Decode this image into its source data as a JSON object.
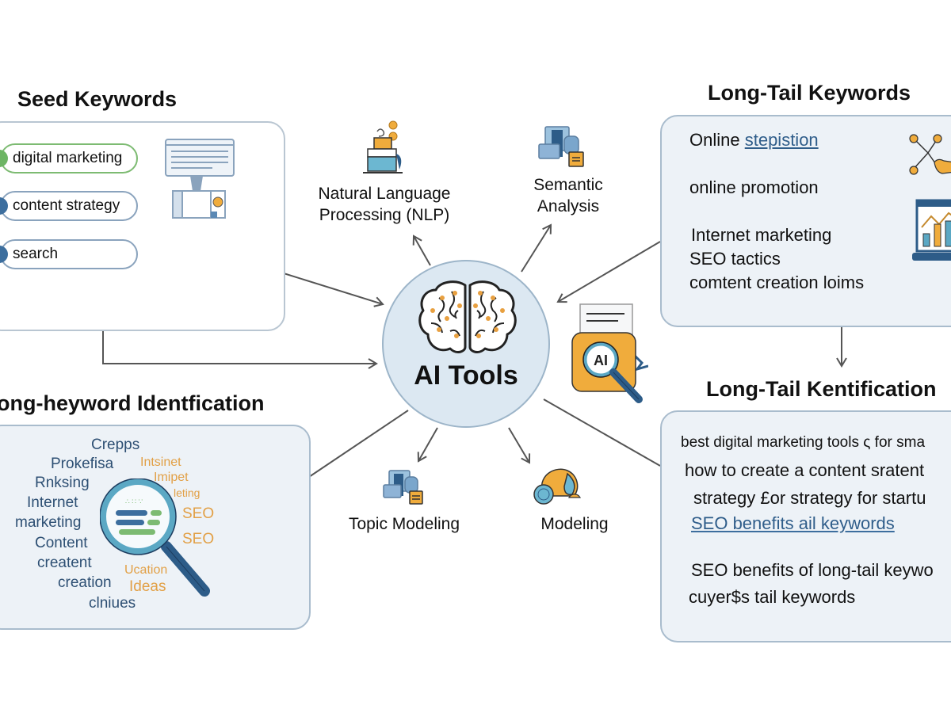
{
  "diagram": {
    "hub": {
      "label": "AI Tools",
      "icon": "brain-icon"
    },
    "seed_keywords": {
      "heading": "Seed Keywords",
      "pills": [
        {
          "label": "digital marketing",
          "accent": "#6db564"
        },
        {
          "label": "content strategy",
          "accent": "#3c6e9e"
        },
        {
          "label": "search",
          "accent": "#3c6e9e"
        }
      ],
      "icon": "computer-chat-icon"
    },
    "long_tail_keywords": {
      "heading": "Long-Tail Keywords",
      "items": [
        {
          "prefix": "Online ",
          "underlined": "stepistion"
        },
        {
          "text": "online promotion"
        },
        {
          "text": "Internet marketing"
        },
        {
          "text": "SEO tactics"
        },
        {
          "text": "comtent creation loims"
        }
      ],
      "icons": [
        "network-hand-icon",
        "bar-chart-laptop-icon"
      ]
    },
    "long_keyword_identification": {
      "heading": "ong-heyword Identfication",
      "navy_words": [
        "Crepps",
        "Prokefisa",
        "Rnksing",
        "Internet",
        "marketing",
        "Content",
        "creatent",
        "creation",
        "clniues"
      ],
      "orange_words": [
        "Intsinet",
        "Imipet",
        "leting",
        "SEO",
        "SEO",
        "Ucation",
        "Ideas"
      ],
      "icon": "magnifying-glass-icon"
    },
    "long_tail_identification": {
      "heading": "Long-Tail Kentification",
      "items": [
        {
          "text": "best digital marketing tools ς for sma"
        },
        {
          "text": "how to create a content sratent"
        },
        {
          "text": "strategy £or strategy for startu"
        },
        {
          "text": "SEO benefits ail keywords",
          "link": true
        },
        {
          "text": "SEO benefits of long-tail keywo"
        },
        {
          "text": "cuyer$s tail keywords"
        }
      ]
    },
    "tools": [
      {
        "label_line1": "Natural Language",
        "label_line2": "Processing (NLP)",
        "icon": "nlp-icon"
      },
      {
        "label_line1": "Semantic",
        "label_line2": "Analysis",
        "icon": "semantic-analysis-icon"
      },
      {
        "label_line1": "Topic Modeling",
        "icon": "topic-modeling-icon"
      },
      {
        "label_line1": "Modeling",
        "icon": "modeling-icon"
      }
    ],
    "ai_search_badge": {
      "label": "AI",
      "icon": "ai-search-document-icon"
    }
  },
  "colors": {
    "hub_fill": "#dce8f2",
    "panel_blue": "#edf2f7",
    "accent_orange": "#f0ac3c",
    "accent_navy": "#2d5c88",
    "accent_teal": "#5ba8c4",
    "accent_green": "#6db564",
    "arrow": "#555555"
  }
}
